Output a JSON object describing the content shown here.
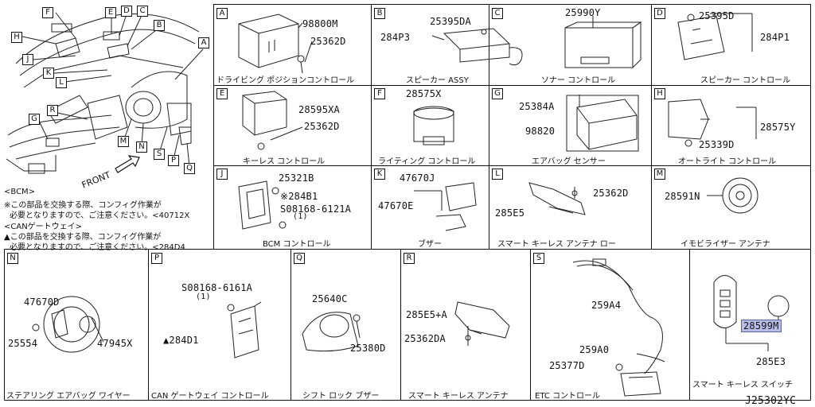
{
  "overview": {
    "letters": [
      "F",
      "E",
      "D",
      "C",
      "B",
      "H",
      "J",
      "K",
      "L",
      "A",
      "G",
      "R",
      "M",
      "N",
      "S",
      "P",
      "Q"
    ],
    "front_label": "FRONT"
  },
  "notes": {
    "bcm_title": "<BCM>",
    "bcm_line1": "※この部品を交換する際、コンフィグ作業が",
    "bcm_line2": "必要となりますので、ご注意ください。<40712X",
    "can_title": "<CANゲートウェイ>",
    "can_line1": "▲この部品を交換する際、コンフィグ作業が",
    "can_line2": "必要となりますので、ご注意ください。<284D4"
  },
  "panels": [
    {
      "id": "A",
      "caption": "ドライビング ポジションコントロール",
      "parts": [
        "98800M",
        "25362D"
      ]
    },
    {
      "id": "B",
      "caption": "スピーカー ASSY",
      "parts": [
        "25395DA",
        "284P3"
      ]
    },
    {
      "id": "C",
      "caption": "ソナー コントロール",
      "parts": [
        "25990Y"
      ]
    },
    {
      "id": "D",
      "caption": "スピーカー コントロール",
      "parts": [
        "25395D",
        "284P1"
      ]
    },
    {
      "id": "E",
      "caption": "キーレス コントロール",
      "parts": [
        "28595XA",
        "25362D"
      ]
    },
    {
      "id": "F",
      "caption": "ライティング コントロール",
      "parts": [
        "28575X"
      ]
    },
    {
      "id": "G",
      "caption": "エアバッグ センサー",
      "parts": [
        "25384A",
        "98820"
      ]
    },
    {
      "id": "H",
      "caption": "オートライト コントロール",
      "parts": [
        "28575Y",
        "25339D"
      ]
    },
    {
      "id": "J",
      "caption": "BCM コントロール",
      "parts": [
        "25321B",
        "※284B1",
        "S08168-6121A",
        "(1)"
      ]
    },
    {
      "id": "K",
      "caption": "ブザー",
      "parts": [
        "47670J",
        "47670E"
      ]
    },
    {
      "id": "L",
      "caption": "スマート キーレス アンテナ ロー",
      "parts": [
        "25362D",
        "285E5"
      ]
    },
    {
      "id": "M",
      "caption": "イモビライザー アンテナ",
      "parts": [
        "28591N"
      ]
    },
    {
      "id": "N",
      "caption": "ステアリング エアバッグ ワイヤー",
      "parts": [
        "47670D",
        "25554",
        "47945X"
      ]
    },
    {
      "id": "P",
      "caption": "CAN ゲートウェイ コントロール",
      "parts": [
        "S08168-6161A",
        "(1)",
        "▲284D1"
      ]
    },
    {
      "id": "Q",
      "caption": "シフト ロック ブザー",
      "parts": [
        "25640C",
        "25380D"
      ]
    },
    {
      "id": "R",
      "caption": "スマート キーレス アンテナ",
      "parts": [
        "285E5+A",
        "25362DA"
      ]
    },
    {
      "id": "S",
      "caption": "ETC コントロール",
      "parts": [
        "259A4",
        "259A0",
        "25377D"
      ]
    },
    {
      "id": "T",
      "caption": "スマート キーレス スイッチ",
      "parts": [
        "28599M",
        "285E3"
      ]
    }
  ],
  "footer_code": "J25302YC",
  "highlight_color": "#b8bde8"
}
